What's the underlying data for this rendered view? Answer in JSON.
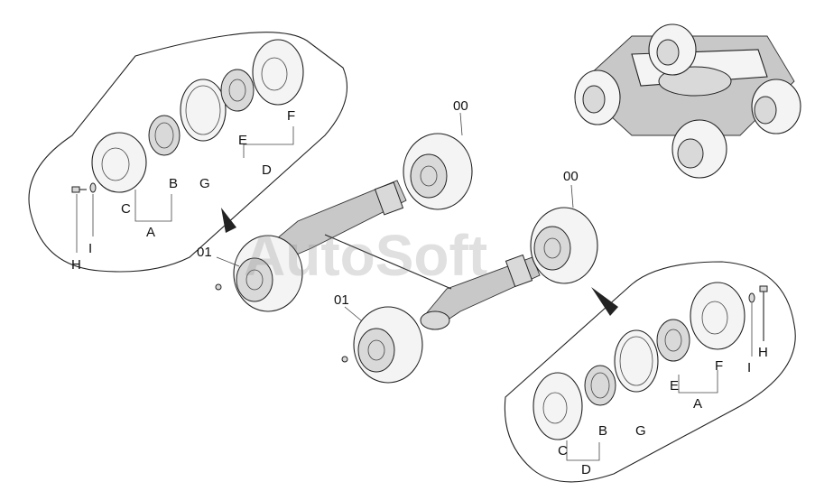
{
  "labels": {
    "top_left": {
      "A": "A",
      "B": "B",
      "C": "C",
      "D": "D",
      "E": "E",
      "F": "F",
      "G": "G",
      "H": "H",
      "I": "I"
    },
    "bottom_right": {
      "A": "A",
      "B": "B",
      "C": "C",
      "D": "D",
      "E": "E",
      "F": "F",
      "G": "G",
      "H": "H",
      "I": "I"
    },
    "wheel_refs": {
      "upper_00": "00",
      "lower_00": "00",
      "upper_01": "01",
      "lower_01": "01"
    }
  },
  "watermark": "AutoSoft",
  "colors": {
    "line": "#222222",
    "fill": "#f4f4f4",
    "watermark": "#828282"
  }
}
